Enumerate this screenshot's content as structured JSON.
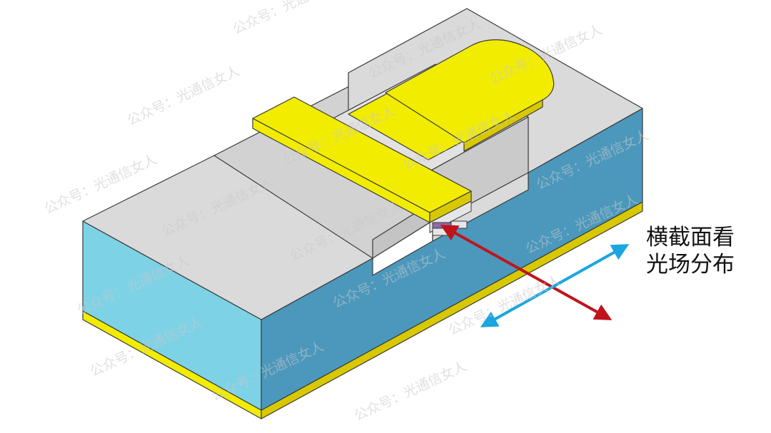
{
  "annotation": {
    "line1": "横截面看",
    "line2": "光场分布"
  },
  "watermark": {
    "text": "公众号：光通信女人"
  },
  "colors": {
    "background": "#ffffff",
    "top_face": "#dadada",
    "side_face": "#4b98bc",
    "front_face": "#7dd2e6",
    "metal": "#f2ec00",
    "metal_shade": "#d8c800",
    "active_layer": "#8d6aa8",
    "propagation_arrow": "#c0141c",
    "field_arrow": "#1aa6e0",
    "outline": "#3a3a3a"
  },
  "icons": {
    "propagation": "red-double-arrow",
    "field": "blue-double-arrow"
  }
}
